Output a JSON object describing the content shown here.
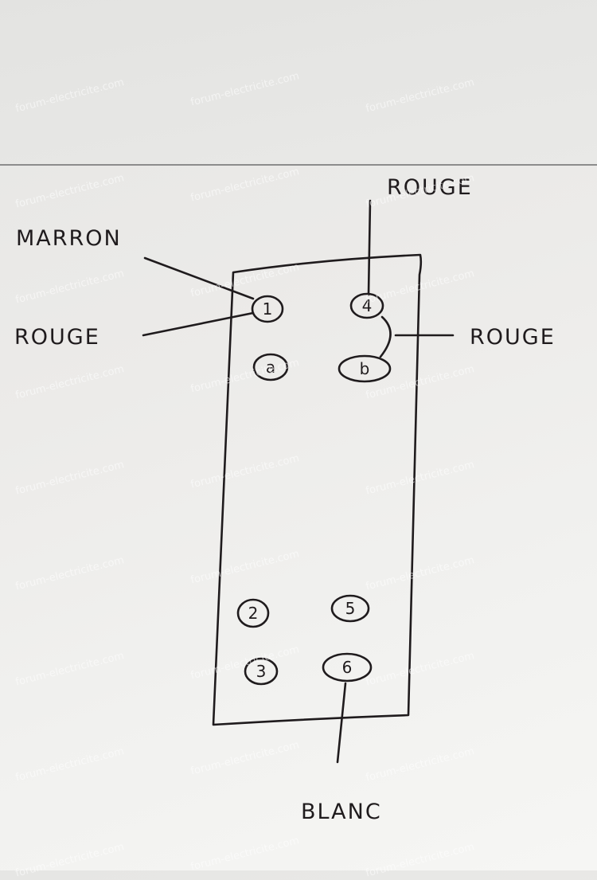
{
  "watermark": "forum-electricite.com",
  "labels": {
    "rouge_top": "ROUGE",
    "marron": "MARRON",
    "rouge_left": "ROUGE",
    "rouge_right": "ROUGE",
    "blanc": "BLANC"
  },
  "terminals": {
    "t1": "1",
    "t4": "4",
    "ta": "a",
    "tb": "b",
    "t2": "2",
    "t5": "5",
    "t3": "3",
    "t6": "6"
  }
}
